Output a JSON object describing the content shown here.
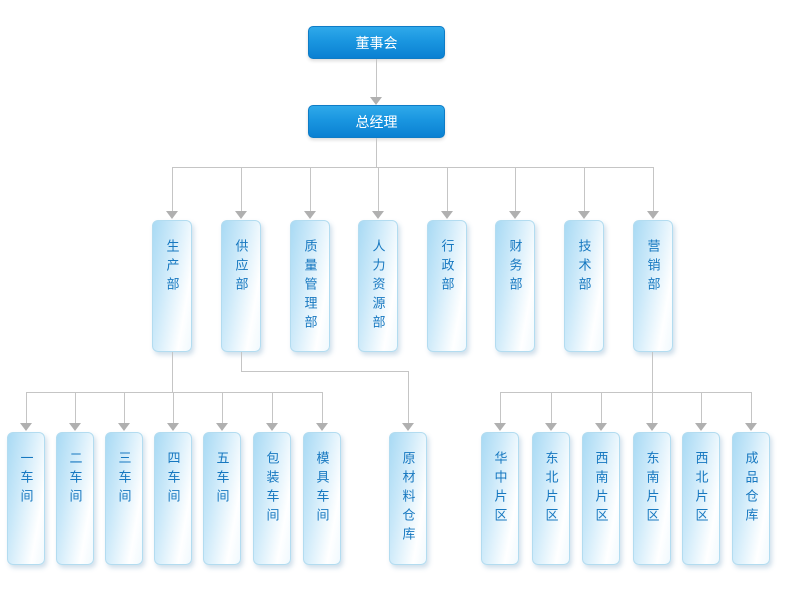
{
  "org": {
    "board": "董事会",
    "general_manager": "总经理",
    "departments": [
      "生产部",
      "供应部",
      "质量管理部",
      "人力资源部",
      "行政部",
      "财务部",
      "技术部",
      "营销部"
    ],
    "production_units": [
      "一车间",
      "二车间",
      "三车间",
      "四车间",
      "五车间",
      "包装车间",
      "模具车间"
    ],
    "supply_unit": "原材料仓库",
    "marketing_units": [
      "华中片区",
      "东北片区",
      "西南片区",
      "东南片区",
      "西北片区",
      "成品仓库"
    ]
  },
  "colors": {
    "primary_node_top": "#2fa9ea",
    "primary_node_bottom": "#0a80d2",
    "secondary_node_fill": "#a9daf4",
    "secondary_node_border": "#b3dcf0",
    "node_text_blue": "#1778c0",
    "primary_text": "#ffffff",
    "connector_line": "#c5c5c5",
    "arrow": "#b0b0b0"
  }
}
